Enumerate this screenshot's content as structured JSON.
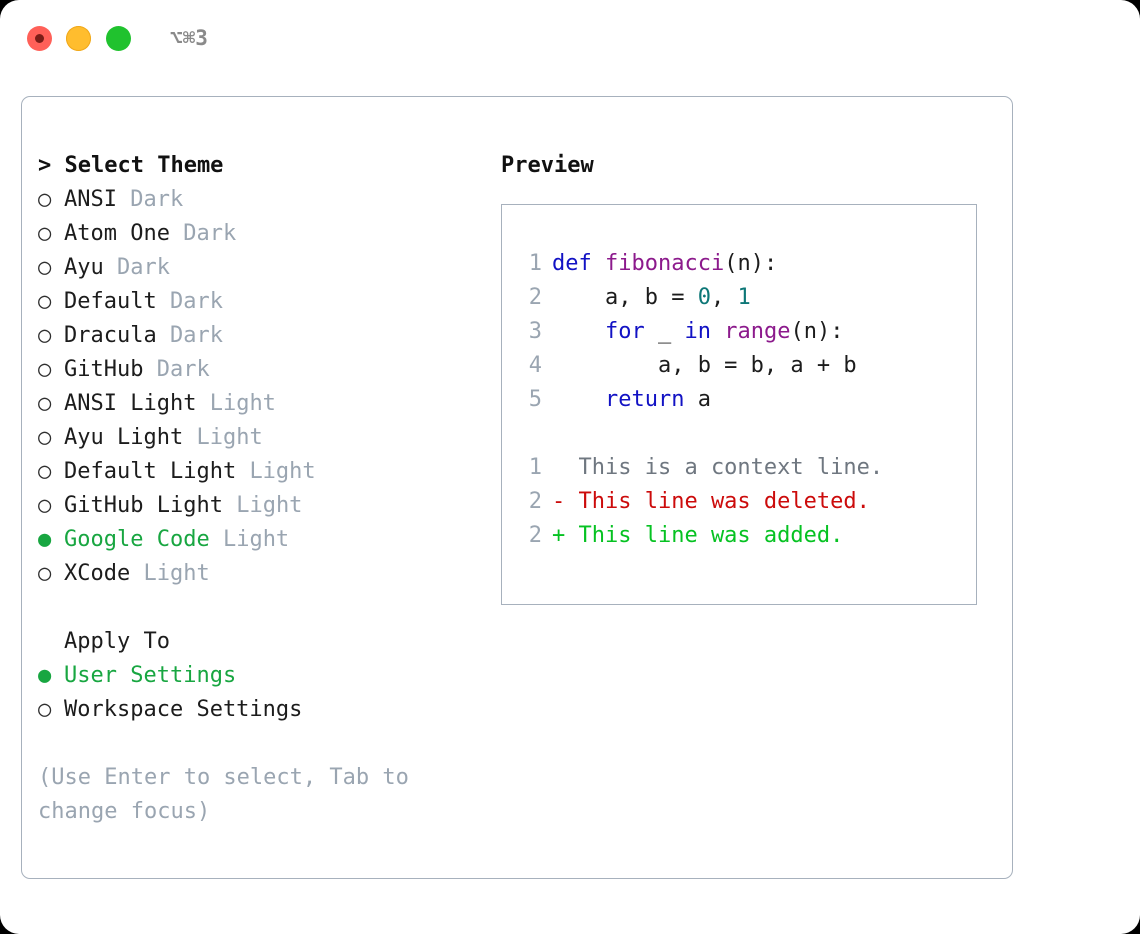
{
  "titlebar": {
    "shortcut": "⌥⌘3",
    "buttons": [
      {
        "name": "close",
        "color": "#ff6058"
      },
      {
        "name": "minimize",
        "color": "#ffbd2e"
      },
      {
        "name": "maximize",
        "color": "#20c22e"
      }
    ]
  },
  "theme_picker": {
    "header": "> Select Theme",
    "bullet_unselected": "○",
    "bullet_selected": "●",
    "items": [
      {
        "name": "ANSI",
        "tag": "Dark",
        "selected": false
      },
      {
        "name": "Atom One",
        "tag": "Dark",
        "selected": false
      },
      {
        "name": "Ayu",
        "tag": "Dark",
        "selected": false
      },
      {
        "name": "Default",
        "tag": "Dark",
        "selected": false
      },
      {
        "name": "Dracula",
        "tag": "Dark",
        "selected": false
      },
      {
        "name": "GitHub",
        "tag": "Dark",
        "selected": false
      },
      {
        "name": "ANSI Light",
        "tag": "Light",
        "selected": false
      },
      {
        "name": "Ayu Light",
        "tag": "Light",
        "selected": false
      },
      {
        "name": "Default Light",
        "tag": "Light",
        "selected": false
      },
      {
        "name": "GitHub Light",
        "tag": "Light",
        "selected": false
      },
      {
        "name": "Google Code",
        "tag": "Light",
        "selected": true
      },
      {
        "name": "XCode",
        "tag": "Light",
        "selected": false
      }
    ]
  },
  "apply_to": {
    "header": "Apply To",
    "items": [
      {
        "name": "User Settings",
        "selected": true
      },
      {
        "name": "Workspace Settings",
        "selected": false
      }
    ]
  },
  "hint": "(Use Enter to select, Tab to change focus)",
  "preview": {
    "title": "Preview",
    "code_lines": [
      {
        "num": "1",
        "tokens": [
          {
            "t": "def ",
            "c": "kw"
          },
          {
            "t": "fibonacci",
            "c": "fn"
          },
          {
            "t": "(n):",
            "c": "plain"
          }
        ]
      },
      {
        "num": "2",
        "tokens": [
          {
            "t": "    a, b = ",
            "c": "plain"
          },
          {
            "t": "0",
            "c": "num"
          },
          {
            "t": ", ",
            "c": "plain"
          },
          {
            "t": "1",
            "c": "num"
          }
        ]
      },
      {
        "num": "3",
        "tokens": [
          {
            "t": "    ",
            "c": "plain"
          },
          {
            "t": "for",
            "c": "kw"
          },
          {
            "t": " _ ",
            "c": "plain"
          },
          {
            "t": "in",
            "c": "kw"
          },
          {
            "t": " ",
            "c": "plain"
          },
          {
            "t": "range",
            "c": "fn"
          },
          {
            "t": "(n):",
            "c": "plain"
          }
        ]
      },
      {
        "num": "4",
        "tokens": [
          {
            "t": "        a, b = b, a + b",
            "c": "plain"
          }
        ]
      },
      {
        "num": "5",
        "tokens": [
          {
            "t": "    ",
            "c": "plain"
          },
          {
            "t": "return",
            "c": "kw"
          },
          {
            "t": " a",
            "c": "plain"
          }
        ]
      }
    ],
    "diff_lines": [
      {
        "num": "1",
        "text": "  This is a context line.",
        "kind": "diff-ctx"
      },
      {
        "num": "2",
        "text": "- This line was deleted.",
        "kind": "diff-del"
      },
      {
        "num": "2",
        "text": "+ This line was added.",
        "kind": "diff-add"
      }
    ]
  },
  "colors": {
    "accent_green": "#18a641",
    "muted": "#9aa5b1",
    "border": "#a7b1bd",
    "keyword": "#1212c4",
    "function": "#8c1a8c",
    "number": "#0d7777",
    "diff_deleted": "#cc0b0b",
    "diff_added": "#06c222"
  }
}
